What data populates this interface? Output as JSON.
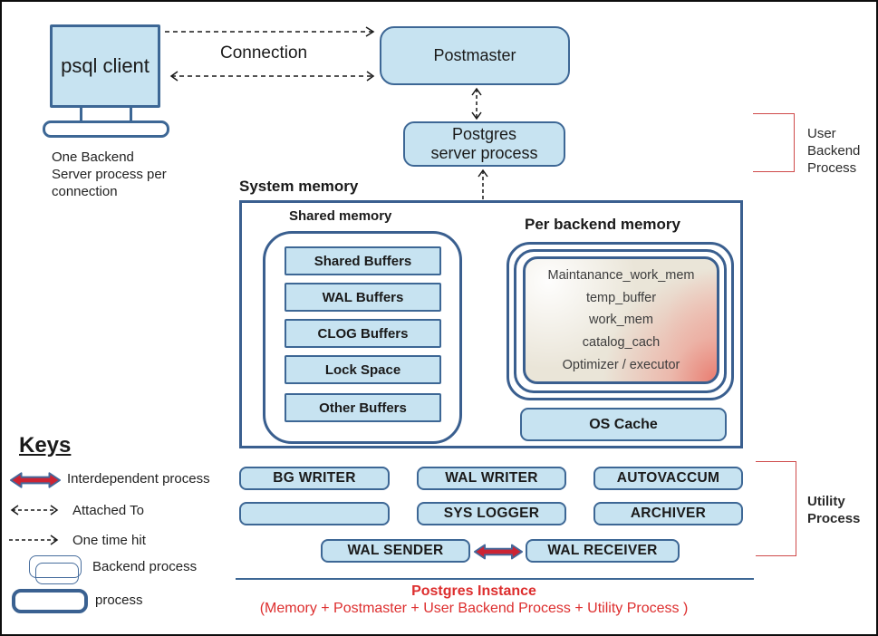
{
  "client": {
    "label": "psql client",
    "caption_lines": [
      "One Backend",
      "Server process per",
      "connection"
    ]
  },
  "connection": {
    "label": "Connection"
  },
  "postmaster": {
    "label": "Postmaster"
  },
  "server_process": {
    "line1": "Postgres",
    "line2": "server process"
  },
  "memory": {
    "title": "System memory",
    "shared": {
      "title": "Shared memory",
      "items": [
        "Shared Buffers",
        "WAL Buffers",
        "CLOG Buffers",
        "Lock Space",
        "Other Buffers"
      ]
    },
    "per_backend": {
      "title": "Per backend memory",
      "items": [
        "Maintanance_work_mem",
        "temp_buffer",
        "work_mem",
        "catalog_cach",
        "Optimizer / executor"
      ]
    },
    "os_cache": {
      "label": "OS Cache"
    }
  },
  "utility": {
    "row1": [
      "BG WRITER",
      "WAL WRITER",
      "AUTOVACCUM"
    ],
    "row2": [
      "",
      "SYS LOGGER",
      "ARCHIVER"
    ],
    "wal_sender": "WAL SENDER",
    "wal_receiver": "WAL RECEIVER"
  },
  "annotations": {
    "user_backend_lines": [
      "User",
      "Backend",
      "Process"
    ],
    "utility_lines": [
      "Utility",
      "Process"
    ]
  },
  "keys": {
    "title": "Keys",
    "interdependent": "Interdependent process",
    "attached_to": "Attached To",
    "one_time_hit": "One time hit",
    "backend_process": "Backend process",
    "process": "process"
  },
  "footer": {
    "title": "Postgres Instance",
    "subtitle": "(Memory + Postmaster + User Backend Process + Utility Process )"
  },
  "colors": {
    "box_fill": "#c7e3f1",
    "box_border": "#3d6795",
    "container_border": "#3a5f8f",
    "red_text": "#dd2e2e",
    "arrow_red": "#cc2333",
    "bracket_red": "#cf4a4a"
  }
}
